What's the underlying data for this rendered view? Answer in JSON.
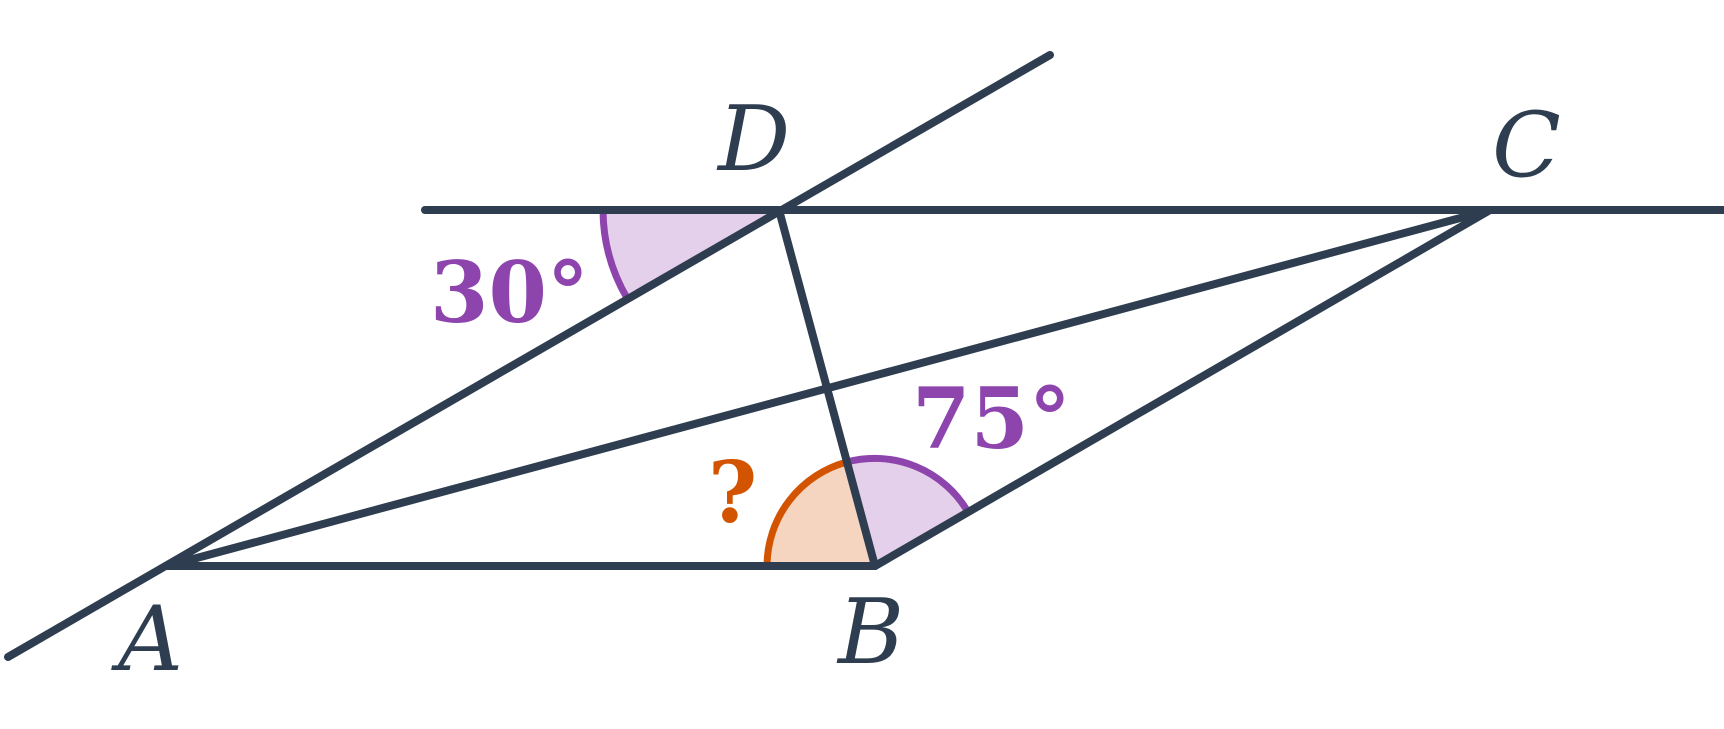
{
  "colors": {
    "line": "#2e3e50",
    "known_angle_stroke": "#8e44ad",
    "known_angle_fill": "#e4d0ea",
    "unknown_angle_stroke": "#d35400",
    "unknown_angle_fill": "#f5d5c0"
  },
  "points": {
    "A": "A",
    "B": "B",
    "C": "C",
    "D": "D"
  },
  "angles": {
    "at_D": "30°",
    "at_B": "75°",
    "unknown": "?"
  }
}
